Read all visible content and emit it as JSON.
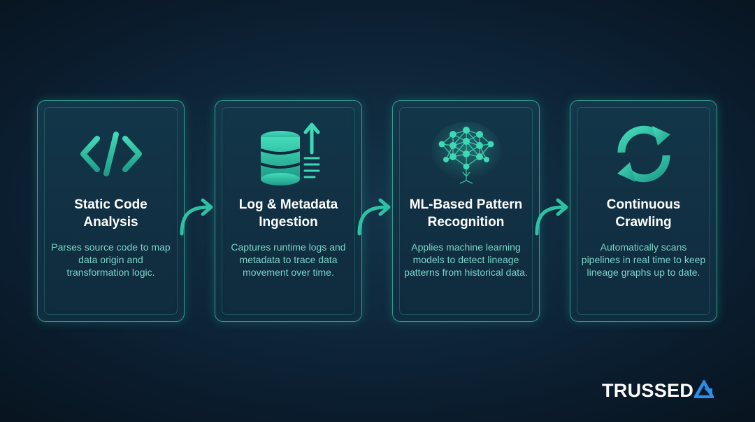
{
  "steps": [
    {
      "title_line1": "Static Code",
      "title_line2": "Analysis",
      "description": "Parses source code to map data origin and transformation logic.",
      "icon": "code-brackets-icon"
    },
    {
      "title_line1": "Log & Metadata",
      "title_line2": "Ingestion",
      "description": "Captures runtime logs and metadata to trace data movement over time.",
      "icon": "database-upload-icon"
    },
    {
      "title_line1": "ML-Based Pattern",
      "title_line2": "Recognition",
      "description": "Applies machine learning models to detect lineage patterns from historical data.",
      "icon": "neural-network-brain-icon"
    },
    {
      "title_line1": "Continuous",
      "title_line2": "Crawling",
      "description": "Automatically scans pipelines in real time to keep lineage graphs up to date.",
      "icon": "refresh-cycle-icon"
    }
  ],
  "connectors": [
    "curved-arrow-icon",
    "curved-arrow-icon",
    "curved-arrow-icon"
  ],
  "brand": {
    "name": "TRUSSED",
    "mark": "trussed-logo-mark"
  },
  "colors": {
    "accent": "#2fc1a5",
    "accent_light": "#7ad3c6",
    "card_border": "#46c8af",
    "background": "#0e263a",
    "logo_mark": "#2b8fe8"
  }
}
